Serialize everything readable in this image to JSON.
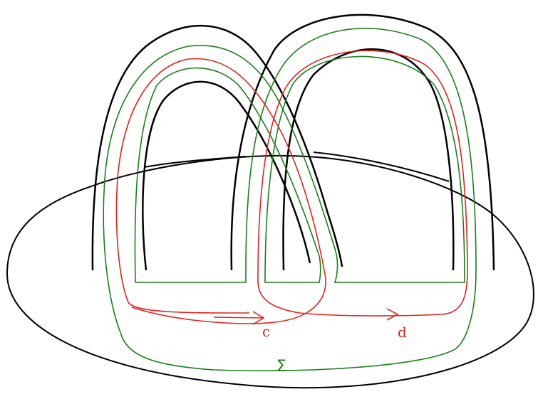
{
  "labels": {
    "curve_c": "c",
    "curve_d": "d",
    "surface": "Σ"
  },
  "colors": {
    "surface_outline": "#000000",
    "handle_outline": "#000000",
    "curve_red": "#e0241e",
    "curve_green": "#1b7d1b",
    "label_red": "#d1221c",
    "label_green": "#1b7d1b",
    "background": "#ffffff"
  },
  "elements": {
    "surface": "ellipse",
    "handles": 2,
    "red_curves": [
      "c",
      "d"
    ],
    "green_curves": 2
  }
}
